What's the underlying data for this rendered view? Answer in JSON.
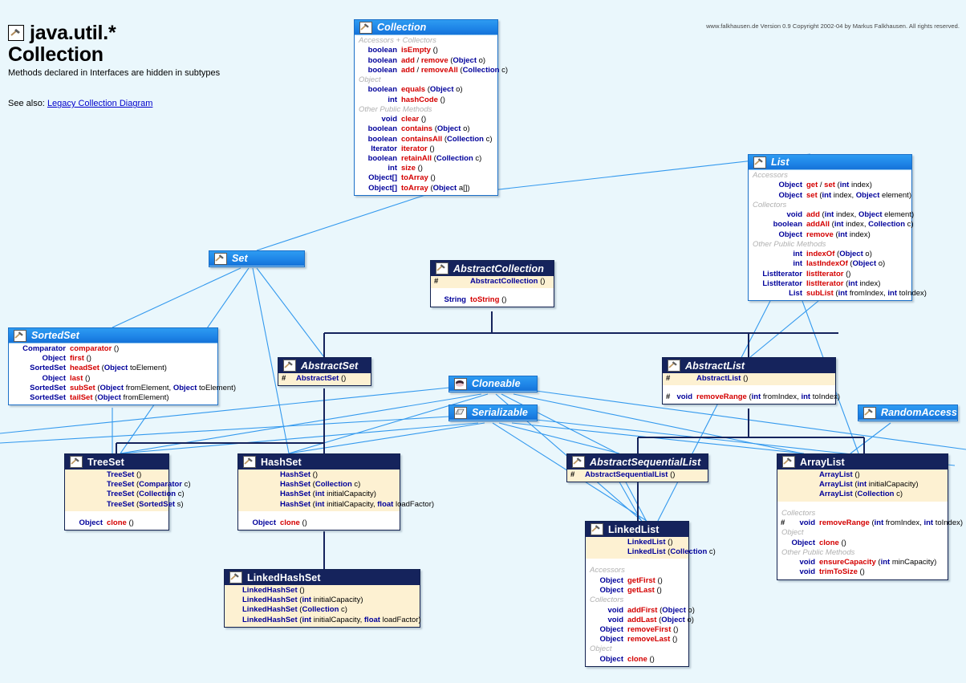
{
  "header": {
    "icon": "hammer-icon",
    "title": "java.util.*",
    "title2": "Collection",
    "subtitle": "Methods declared in Interfaces are hidden in subtypes",
    "see_also_label": "See also:",
    "see_also_link": "Legacy Collection Diagram"
  },
  "copyright": "www.falkhausen.de Version 0.9 Copyright 2002-04 by Markus Falkhausen. All rights reserved.",
  "colors": {
    "background": "#eaf7fc",
    "interface_header": "#1f86e8",
    "class_header": "#15235c",
    "constructor_section": "#fdf1d2",
    "return_type": "#00009a",
    "method_name": "#d40000",
    "group_label": "#b0b0b0",
    "inherit_line": "#15235c",
    "implement_line": "#3399ee",
    "link": "#0000cc"
  },
  "boxes": {
    "collection": {
      "name": "Collection",
      "kind": "interface",
      "icon": "hammer-icon",
      "sections": [
        {
          "group": "Accessors + Collectors",
          "rows": [
            {
              "mod": "",
              "rt": "boolean",
              "name": "isEmpty ()"
            },
            {
              "mod": "",
              "rt": "boolean",
              "name": "add / remove (Object o)"
            },
            {
              "mod": "",
              "rt": "boolean",
              "name": "add / removeAll (Collection c)"
            }
          ]
        },
        {
          "group": "Object",
          "rows": [
            {
              "mod": "",
              "rt": "boolean",
              "name": "equals (Object o)"
            },
            {
              "mod": "",
              "rt": "int",
              "name": "hashCode ()"
            }
          ]
        },
        {
          "group": "Other Public Methods",
          "rows": [
            {
              "mod": "",
              "rt": "void",
              "name": "clear ()"
            },
            {
              "mod": "",
              "rt": "boolean",
              "name": "contains (Object o)"
            },
            {
              "mod": "",
              "rt": "boolean",
              "name": "containsAll (Collection c)"
            },
            {
              "mod": "",
              "rt": "Iterator",
              "name": "iterator ()"
            },
            {
              "mod": "",
              "rt": "boolean",
              "name": "retainAll (Collection c)"
            },
            {
              "mod": "",
              "rt": "int",
              "name": "size ()"
            },
            {
              "mod": "",
              "rt": "Object[]",
              "name": "toArray ()"
            },
            {
              "mod": "",
              "rt": "Object[]",
              "name": "toArray (Object a[])"
            }
          ]
        }
      ]
    },
    "list": {
      "name": "List",
      "kind": "interface",
      "icon": "hammer-icon",
      "sections": [
        {
          "group": "Accessors",
          "rows": [
            {
              "mod": "",
              "rt": "Object",
              "name": "get / set (int index)"
            },
            {
              "mod": "",
              "rt": "Object",
              "name": "set (int index, Object element)"
            }
          ]
        },
        {
          "group": "Collectors",
          "rows": [
            {
              "mod": "",
              "rt": "void",
              "name": "add (int index, Object element)"
            },
            {
              "mod": "",
              "rt": "boolean",
              "name": "addAll (int index, Collection c)"
            },
            {
              "mod": "",
              "rt": "Object",
              "name": "remove (int index)"
            }
          ]
        },
        {
          "group": "Other Public Methods",
          "rows": [
            {
              "mod": "",
              "rt": "int",
              "name": "indexOf (Object o)"
            },
            {
              "mod": "",
              "rt": "int",
              "name": "lastIndexOf (Object o)"
            },
            {
              "mod": "",
              "rt": "ListIterator",
              "name": "listIterator ()"
            },
            {
              "mod": "",
              "rt": "ListIterator",
              "name": "listIterator (int index)"
            },
            {
              "mod": "",
              "rt": "List",
              "name": "subList (int fromIndex, int toIndex)"
            }
          ]
        }
      ]
    },
    "set": {
      "name": "Set",
      "kind": "interface",
      "icon": "hammer-icon",
      "sections": []
    },
    "sortedset": {
      "name": "SortedSet",
      "kind": "interface",
      "icon": "hammer-icon",
      "sections": [
        {
          "group": "",
          "rows": [
            {
              "mod": "",
              "rt": "Comparator",
              "name": "comparator ()"
            },
            {
              "mod": "",
              "rt": "Object",
              "name": "first ()"
            },
            {
              "mod": "",
              "rt": "SortedSet",
              "name": "headSet (Object toElement)"
            },
            {
              "mod": "",
              "rt": "Object",
              "name": "last ()"
            },
            {
              "mod": "",
              "rt": "SortedSet",
              "name": "subSet (Object fromElement, Object toElement)"
            },
            {
              "mod": "",
              "rt": "SortedSet",
              "name": "tailSet (Object fromElement)"
            }
          ]
        }
      ]
    },
    "cloneable": {
      "name": "Cloneable",
      "kind": "interface",
      "icon": "clone-icon",
      "sections": []
    },
    "serializable": {
      "name": "Serializable",
      "kind": "interface",
      "icon": "serialize-icon",
      "sections": []
    },
    "randomaccess": {
      "name": "RandomAccess",
      "kind": "interface",
      "icon": "hammer-icon",
      "sections": []
    },
    "abstractcollection": {
      "name": "AbstractCollection",
      "kind": "abstract-class",
      "icon": "hammer-icon",
      "ctors": [
        {
          "mod": "#",
          "rt": "",
          "name": "AbstractCollection ()"
        }
      ],
      "sections": [
        {
          "group": "",
          "rows": [
            {
              "mod": "",
              "rt": "String",
              "name": "toString ()"
            }
          ]
        }
      ]
    },
    "abstractset": {
      "name": "AbstractSet",
      "kind": "abstract-class",
      "icon": "hammer-icon",
      "ctors": [
        {
          "mod": "#",
          "rt": "",
          "name": "AbstractSet ()"
        }
      ],
      "sections": []
    },
    "abstractlist": {
      "name": "AbstractList",
      "kind": "abstract-class",
      "icon": "hammer-icon",
      "ctors": [
        {
          "mod": "#",
          "rt": "",
          "name": "AbstractList ()"
        }
      ],
      "sections": [
        {
          "group": "",
          "rows": [
            {
              "mod": "#",
              "rt": "void",
              "name": "removeRange (int fromIndex, int toIndex)"
            }
          ]
        }
      ]
    },
    "abstractsequentiallist": {
      "name": "AbstractSequentialList",
      "kind": "abstract-class",
      "icon": "hammer-icon",
      "ctors": [
        {
          "mod": "#",
          "rt": "",
          "name": "AbstractSequentialList ()"
        }
      ],
      "sections": []
    },
    "treeset": {
      "name": "TreeSet",
      "kind": "class",
      "icon": "hammer-icon",
      "ctors": [
        {
          "mod": "",
          "rt": "",
          "name": "TreeSet ()"
        },
        {
          "mod": "",
          "rt": "",
          "name": "TreeSet (Comparator c)"
        },
        {
          "mod": "",
          "rt": "",
          "name": "TreeSet (Collection c)"
        },
        {
          "mod": "",
          "rt": "",
          "name": "TreeSet (SortedSet s)"
        }
      ],
      "sections": [
        {
          "group": "",
          "rows": [
            {
              "mod": "",
              "rt": "Object",
              "name": "clone ()"
            }
          ]
        }
      ]
    },
    "hashset": {
      "name": "HashSet",
      "kind": "class",
      "icon": "hammer-icon",
      "ctors": [
        {
          "mod": "",
          "rt": "",
          "name": "HashSet ()"
        },
        {
          "mod": "",
          "rt": "",
          "name": "HashSet (Collection c)"
        },
        {
          "mod": "",
          "rt": "",
          "name": "HashSet (int initialCapacity)"
        },
        {
          "mod": "",
          "rt": "",
          "name": "HashSet (int initialCapacity, float loadFactor)"
        }
      ],
      "sections": [
        {
          "group": "",
          "rows": [
            {
              "mod": "",
              "rt": "Object",
              "name": "clone ()"
            }
          ]
        }
      ]
    },
    "linkedhashset": {
      "name": "LinkedHashSet",
      "kind": "class",
      "icon": "hammer-icon",
      "ctors": [
        {
          "mod": "",
          "rt": "",
          "name": "LinkedHashSet ()"
        },
        {
          "mod": "",
          "rt": "",
          "name": "LinkedHashSet (int initialCapacity)"
        },
        {
          "mod": "",
          "rt": "",
          "name": "LinkedHashSet (Collection c)"
        },
        {
          "mod": "",
          "rt": "",
          "name": "LinkedHashSet (int initialCapacity, float loadFactor)"
        }
      ],
      "sections": []
    },
    "linkedlist": {
      "name": "LinkedList",
      "kind": "class",
      "icon": "hammer-icon",
      "ctors": [
        {
          "mod": "",
          "rt": "",
          "name": "LinkedList ()"
        },
        {
          "mod": "",
          "rt": "",
          "name": "LinkedList (Collection c)"
        }
      ],
      "sections": [
        {
          "group": "Accessors",
          "rows": [
            {
              "mod": "",
              "rt": "Object",
              "name": "getFirst ()"
            },
            {
              "mod": "",
              "rt": "Object",
              "name": "getLast ()"
            }
          ]
        },
        {
          "group": "Collectors",
          "rows": [
            {
              "mod": "",
              "rt": "void",
              "name": "addFirst (Object o)"
            },
            {
              "mod": "",
              "rt": "void",
              "name": "addLast (Object o)"
            },
            {
              "mod": "",
              "rt": "Object",
              "name": "removeFirst ()"
            },
            {
              "mod": "",
              "rt": "Object",
              "name": "removeLast ()"
            }
          ]
        },
        {
          "group": "Object",
          "rows": [
            {
              "mod": "",
              "rt": "Object",
              "name": "clone ()"
            }
          ]
        }
      ]
    },
    "arraylist": {
      "name": "ArrayList",
      "kind": "class",
      "icon": "hammer-icon",
      "ctors": [
        {
          "mod": "",
          "rt": "",
          "name": "ArrayList ()"
        },
        {
          "mod": "",
          "rt": "",
          "name": "ArrayList (int initialCapacity)"
        },
        {
          "mod": "",
          "rt": "",
          "name": "ArrayList (Collection c)"
        }
      ],
      "sections": [
        {
          "group": "Collectors",
          "rows": [
            {
              "mod": "#",
              "rt": "void",
              "name": "removeRange (int fromIndex, int toIndex)"
            }
          ]
        },
        {
          "group": "Object",
          "rows": [
            {
              "mod": "",
              "rt": "Object",
              "name": "clone ()"
            }
          ]
        },
        {
          "group": "Other Public Methods",
          "rows": [
            {
              "mod": "",
              "rt": "void",
              "name": "ensureCapacity (int minCapacity)"
            },
            {
              "mod": "",
              "rt": "void",
              "name": "trimToSize ()"
            }
          ]
        }
      ]
    }
  }
}
